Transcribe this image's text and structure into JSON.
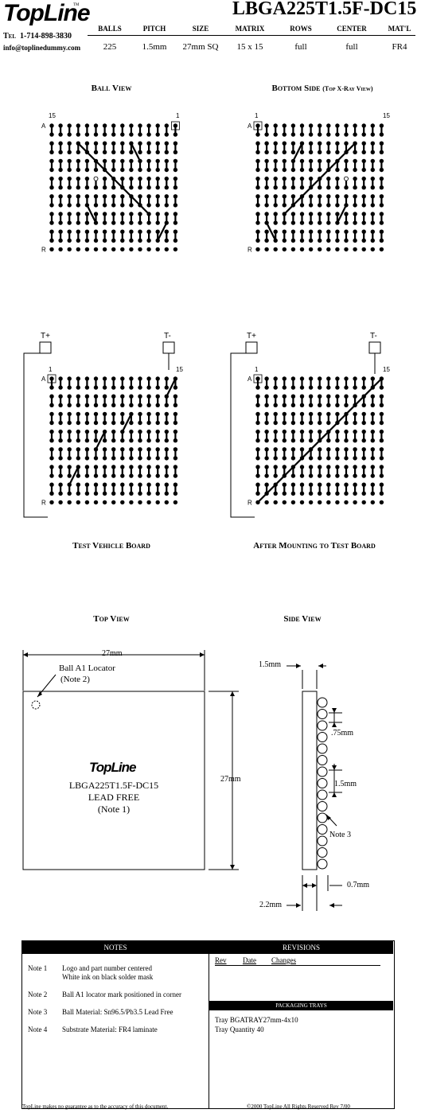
{
  "header": {
    "logo": "TopLine",
    "tm": "TM",
    "part": "LBGA225T1.5F-DC15",
    "tel_label": "Tel",
    "tel": "1-714-898-3830",
    "email": "info@toplinedummy.com",
    "specs": [
      {
        "label": "BALLS",
        "value": "225"
      },
      {
        "label": "PITCH",
        "value": "1.5mm"
      },
      {
        "label": "SIZE",
        "value": "27mm SQ"
      },
      {
        "label": "MATRIX",
        "value": "15 x 15"
      },
      {
        "label": "ROWS",
        "value": "full"
      },
      {
        "label": "CENTER",
        "value": "full"
      },
      {
        "label": "MAT'L",
        "value": "FR4"
      }
    ]
  },
  "views": {
    "ball_view": "Ball View",
    "bottom_side": "Bottom Side",
    "bottom_side_sub": "(Top X-Ray View)",
    "test_vehicle": "Test Vehicle Board",
    "after_mounting": "After Mounting to Test Board",
    "top_view": "Top View",
    "side_view": "Side View"
  },
  "grid_labels": {
    "a": "A",
    "r": "R",
    "one": "1",
    "fifteen": "15",
    "tplus": "T+",
    "tminus": "T-"
  },
  "top_view": {
    "dim_27": "27mm",
    "locator": "Ball A1 Locator",
    "locator_note": "(Note 2)",
    "logo": "TopLine",
    "part": "LBGA225T1.5F-DC15",
    "lead_free": "LEAD FREE",
    "note1": "(Note 1)",
    "dim_27_v": "27mm"
  },
  "side_view": {
    "dim_15": "1.5mm",
    "dim_075": ".75mm",
    "dim_15b": "1.5mm",
    "note3": "Note 3",
    "dim_07": "0.7mm",
    "dim_22": "2.2mm"
  },
  "notes": {
    "title": "NOTES",
    "items": [
      {
        "num": "Note 1",
        "text": "Logo and part number centered",
        "text2": "White ink on black solder mask"
      },
      {
        "num": "Note 2",
        "text": "Ball A1 locator mark positioned in corner",
        "text2": ""
      },
      {
        "num": "Note 3",
        "text": "Ball Material:  Sn96.5/Pb3.5   Lead Free",
        "text2": ""
      },
      {
        "num": "Note 4",
        "text": "Substrate Material:  FR4 laminate",
        "text2": ""
      }
    ]
  },
  "revisions": {
    "title": "REVISIONS",
    "rev": "Rev",
    "date": "Date",
    "changes": "Changes"
  },
  "packaging": {
    "title": "PACKAGING TRAYS",
    "tray": "Tray  BGATRAY27mm-4x10",
    "qty": "Tray Quantity  40"
  },
  "footer": {
    "disclaimer": "TopLine makes no guarantee as to the accuracy of this document.",
    "copyright": "©2000  TopLine   All Rights Reserved    Rev 7/00"
  }
}
